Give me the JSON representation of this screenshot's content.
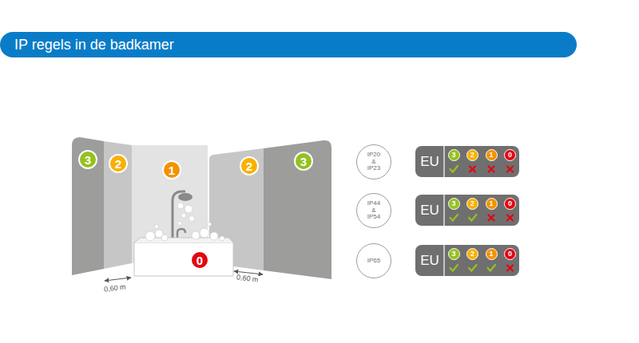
{
  "diagram": {
    "title": "IP regels in de badkamer",
    "nodes": [
      {
        "text": [
          "3"
        ]
      },
      {
        "text": [
          "2"
        ]
      },
      {
        "text": [
          "1"
        ]
      },
      {
        "text": [
          "2"
        ]
      },
      {
        "text": [
          "3"
        ]
      },
      {
        "text": [
          "0"
        ]
      },
      {
        "text": [
          "IP20 & IP23"
        ]
      },
      {
        "text": [
          "EU"
        ]
      },
      {
        "text": [
          "3"
        ],
        "in": 7
      },
      {
        "text": [
          "2"
        ],
        "in": 7
      },
      {
        "text": [
          "1"
        ],
        "in": 7
      },
      {
        "text": [
          "0"
        ],
        "in": 7
      },
      {
        "text": [
          "IP44 & IP54"
        ]
      },
      {
        "text": [
          "EU"
        ]
      },
      {
        "text": [
          "3"
        ],
        "in": 13
      },
      {
        "text": [
          "2"
        ],
        "in": 13
      },
      {
        "text": [
          "1"
        ],
        "in": 13
      },
      {
        "text": [
          "0"
        ],
        "in": 13
      },
      {
        "text": [
          "IP65"
        ]
      },
      {
        "text": [
          "EU"
        ]
      },
      {
        "text": [
          "3"
        ],
        "in": 19
      },
      {
        "text": [
          "2"
        ],
        "in": 19
      },
      {
        "text": [
          "1"
        ],
        "in": 19
      },
      {
        "text": [
          "0"
        ],
        "in": 19
      }
    ],
    "labels": [
      "0,60 m",
      "0,60 m"
    ]
  }
}
